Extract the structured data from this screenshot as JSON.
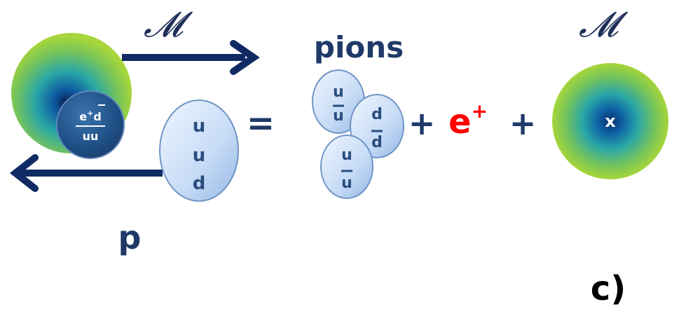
{
  "symbols": {
    "M_left": "𝓜",
    "M_right": "𝓜"
  },
  "labels": {
    "pions": "pions",
    "proton": "p",
    "panel": "c)",
    "equals": "=",
    "plus": "+",
    "positron_base": "e",
    "positron_sup": "+",
    "monopole_core": "x"
  },
  "monopole_small_disc": {
    "top_pre": "e",
    "top_sup": "+",
    "top_anti": "d",
    "bottom": "uu"
  },
  "proton_quarks": [
    "u",
    "u",
    "d"
  ],
  "pions_list": [
    {
      "quark": "u",
      "antiquark": "u"
    },
    {
      "quark": "d",
      "antiquark": "d"
    },
    {
      "quark": "u",
      "antiquark": "u"
    }
  ],
  "colors": {
    "text_dark": "#1f3a68",
    "arrow": "#102a63",
    "positron": "#ff0000",
    "ellipse_fill_light": "#eaf2ff",
    "ellipse_fill_dark": "#9dbde8",
    "ellipse_stroke": "#6e95c6",
    "monopole_green": "#9bcf3a",
    "monopole_teal": "#28a7a3",
    "monopole_core": "#0b3a7d"
  }
}
